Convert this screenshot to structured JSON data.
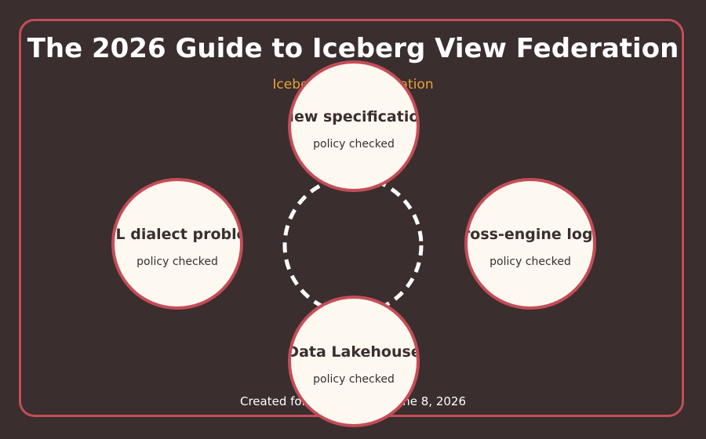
{
  "title": "The 2026 Guide to Iceberg View Federation",
  "subtitle": "Iceberg View Federation",
  "footer": "Created for Alice Manas · June 8, 2026",
  "colors": {
    "background": "#3a2e2e",
    "accent": "#c44d58",
    "subtitle": "#e8a33a",
    "node_fill": "#fdf8f0"
  },
  "nodes": [
    {
      "label": "View specification",
      "status": "policy checked"
    },
    {
      "label": "SQL dialect problem",
      "status": "policy checked"
    },
    {
      "label": "cross-engine logic",
      "status": "policy checked"
    },
    {
      "label": "Data Lakehouse",
      "status": "policy checked"
    }
  ]
}
